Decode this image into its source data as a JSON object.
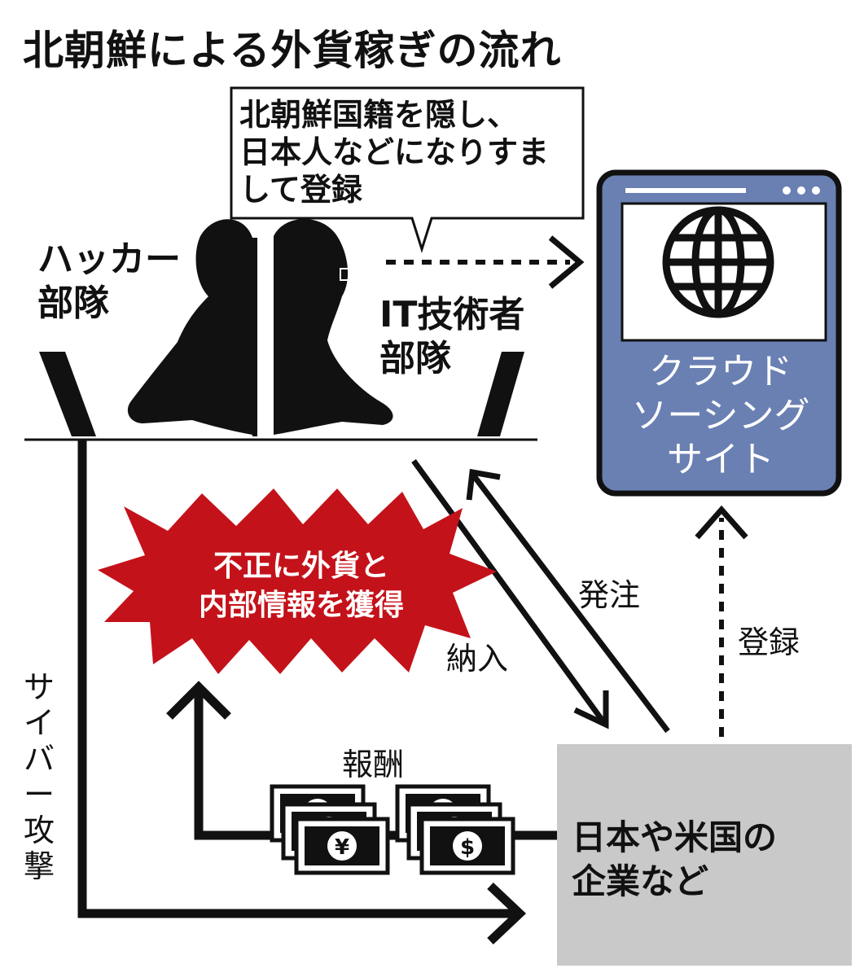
{
  "title": "北朝鮮による外貨稼ぎの流れ",
  "speech_bubble": {
    "lines": [
      "北朝鮮国籍を隠し、",
      "日本人などになりすま",
      "して登録"
    ]
  },
  "hacker_team": {
    "lines": [
      "ハッカー",
      "部隊"
    ]
  },
  "it_team": {
    "lines": [
      "IT技術者",
      "部隊"
    ]
  },
  "crowdsourcing_site": {
    "lines": [
      "クラウド",
      "ソーシング",
      "サイト"
    ],
    "icon": "globe-icon",
    "color": "#6a80b3"
  },
  "burst": {
    "lines": [
      "不正に外貨と",
      "内部情報を獲得"
    ],
    "color": "#c4121a"
  },
  "flows": {
    "order": "発注",
    "delivery": "納入",
    "register": "登録",
    "reward": "報酬",
    "cyber_attack": [
      "サ",
      "イ",
      "バ",
      "ー",
      "攻",
      "撃"
    ]
  },
  "company": {
    "lines": [
      "日本や米国の",
      "企業など"
    ],
    "color": "#c9c9c9"
  },
  "currency_symbols": {
    "yen": "¥",
    "dollar": "$"
  }
}
